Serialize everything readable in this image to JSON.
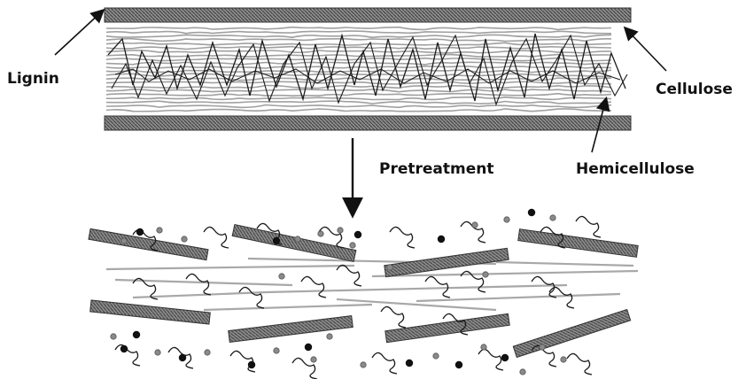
{
  "labels": {
    "lignin": "Lignin",
    "cellulose": "Cellulose",
    "hemicellulose": "Hemicellulose",
    "pretreatment": "Pretreatment"
  },
  "colors": {
    "ink": "#111111",
    "band_fill": "#7a7a7a",
    "fiber": "#9a9a9a",
    "dot_dark": "#111111",
    "dot_light": "#8a8a8a"
  },
  "structure": {
    "before": "intact lignocellulose: lignin bands enclosing cellulose fibers wrapped by hemicellulose",
    "after": "pretreated: fragmented lignin bands, separated cellulose fibers, dispersed hemicellulose pieces and dots"
  }
}
